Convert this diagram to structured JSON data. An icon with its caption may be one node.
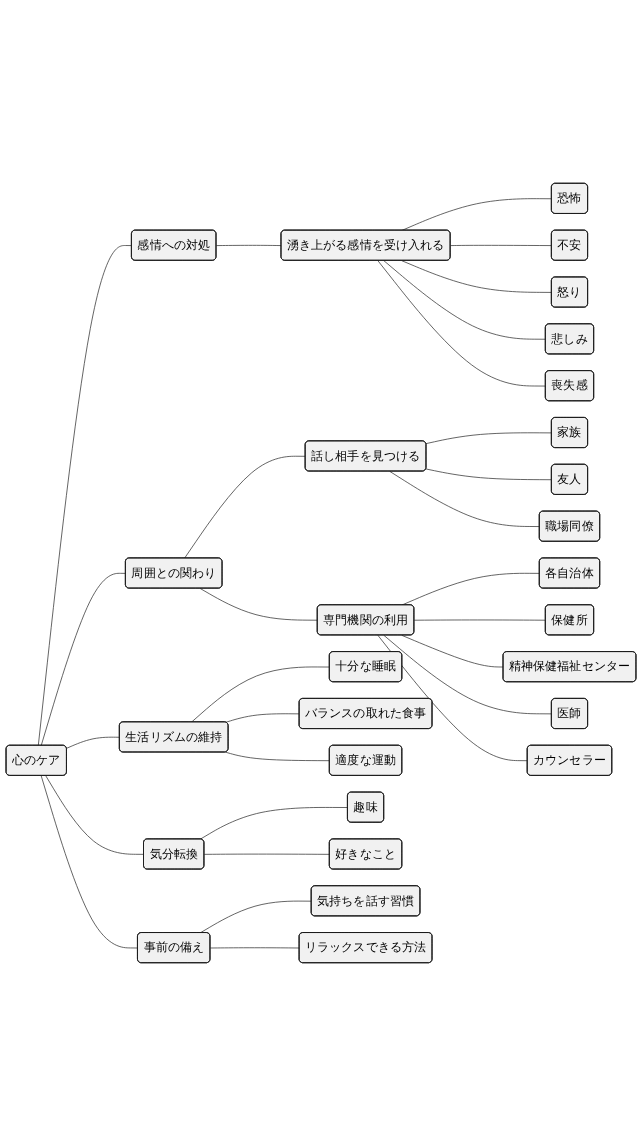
{
  "diagram": {
    "nodes": [
      {
        "text": [
          "心のケア"
        ]
      },
      {
        "text": [
          "感情への対処"
        ]
      },
      {
        "text": [
          "湧き上がる感情を受け入れる"
        ]
      },
      {
        "text": [
          "恐怖"
        ]
      },
      {
        "text": [
          "不安"
        ]
      },
      {
        "text": [
          "怒り"
        ]
      },
      {
        "text": [
          "悲しみ"
        ]
      },
      {
        "text": [
          "喪失感"
        ]
      },
      {
        "text": [
          "周囲との関わり"
        ]
      },
      {
        "text": [
          "話し相手を見つける"
        ]
      },
      {
        "text": [
          "家族"
        ]
      },
      {
        "text": [
          "友人"
        ]
      },
      {
        "text": [
          "職場同僚"
        ]
      },
      {
        "text": [
          "専門機関の利用"
        ]
      },
      {
        "text": [
          "各自治体"
        ]
      },
      {
        "text": [
          "保健所"
        ]
      },
      {
        "text": [
          "精神保健福祉センター"
        ]
      },
      {
        "text": [
          "医師"
        ]
      },
      {
        "text": [
          "カウンセラー"
        ]
      },
      {
        "text": [
          "生活リズムの維持"
        ]
      },
      {
        "text": [
          "十分な睡眠"
        ]
      },
      {
        "text": [
          "バランスの取れた食事"
        ]
      },
      {
        "text": [
          "適度な運動"
        ]
      },
      {
        "text": [
          "気分転換"
        ]
      },
      {
        "text": [
          "趣味"
        ]
      },
      {
        "text": [
          "好きなこと"
        ]
      },
      {
        "text": [
          "事前の備え"
        ]
      },
      {
        "text": [
          "気持ちを話す習慣"
        ]
      },
      {
        "text": [
          "リラックスできる方法"
        ]
      }
    ],
    "edges": [
      {
        "from": 0,
        "to": 1,
        "arrow": "none"
      },
      {
        "from": 1,
        "to": 2,
        "arrow": "none"
      },
      {
        "from": 2,
        "to": 3,
        "arrow": "none"
      },
      {
        "from": 2,
        "to": 4,
        "arrow": "none"
      },
      {
        "from": 2,
        "to": 5,
        "arrow": "none"
      },
      {
        "from": 2,
        "to": 6,
        "arrow": "none"
      },
      {
        "from": 2,
        "to": 7,
        "arrow": "none"
      },
      {
        "from": 0,
        "to": 8,
        "arrow": "none"
      },
      {
        "from": 8,
        "to": 9,
        "arrow": "none"
      },
      {
        "from": 9,
        "to": 10,
        "arrow": "none"
      },
      {
        "from": 9,
        "to": 11,
        "arrow": "none"
      },
      {
        "from": 9,
        "to": 12,
        "arrow": "none"
      },
      {
        "from": 8,
        "to": 13,
        "arrow": "none"
      },
      {
        "from": 13,
        "to": 14,
        "arrow": "none"
      },
      {
        "from": 13,
        "to": 15,
        "arrow": "none"
      },
      {
        "from": 13,
        "to": 16,
        "arrow": "none"
      },
      {
        "from": 13,
        "to": 17,
        "arrow": "none"
      },
      {
        "from": 13,
        "to": 18,
        "arrow": "none"
      },
      {
        "from": 0,
        "to": 19,
        "arrow": "none"
      },
      {
        "from": 19,
        "to": 20,
        "arrow": "none"
      },
      {
        "from": 19,
        "to": 21,
        "arrow": "none"
      },
      {
        "from": 19,
        "to": 22,
        "arrow": "none"
      },
      {
        "from": 0,
        "to": 23,
        "arrow": "none"
      },
      {
        "from": 23,
        "to": 24,
        "arrow": "none"
      },
      {
        "from": 23,
        "to": 25,
        "arrow": "none"
      },
      {
        "from": 0,
        "to": 26,
        "arrow": "none"
      },
      {
        "from": 26,
        "to": 27,
        "arrow": "none"
      },
      {
        "from": 26,
        "to": 28,
        "arrow": "none"
      }
    ]
  }
}
